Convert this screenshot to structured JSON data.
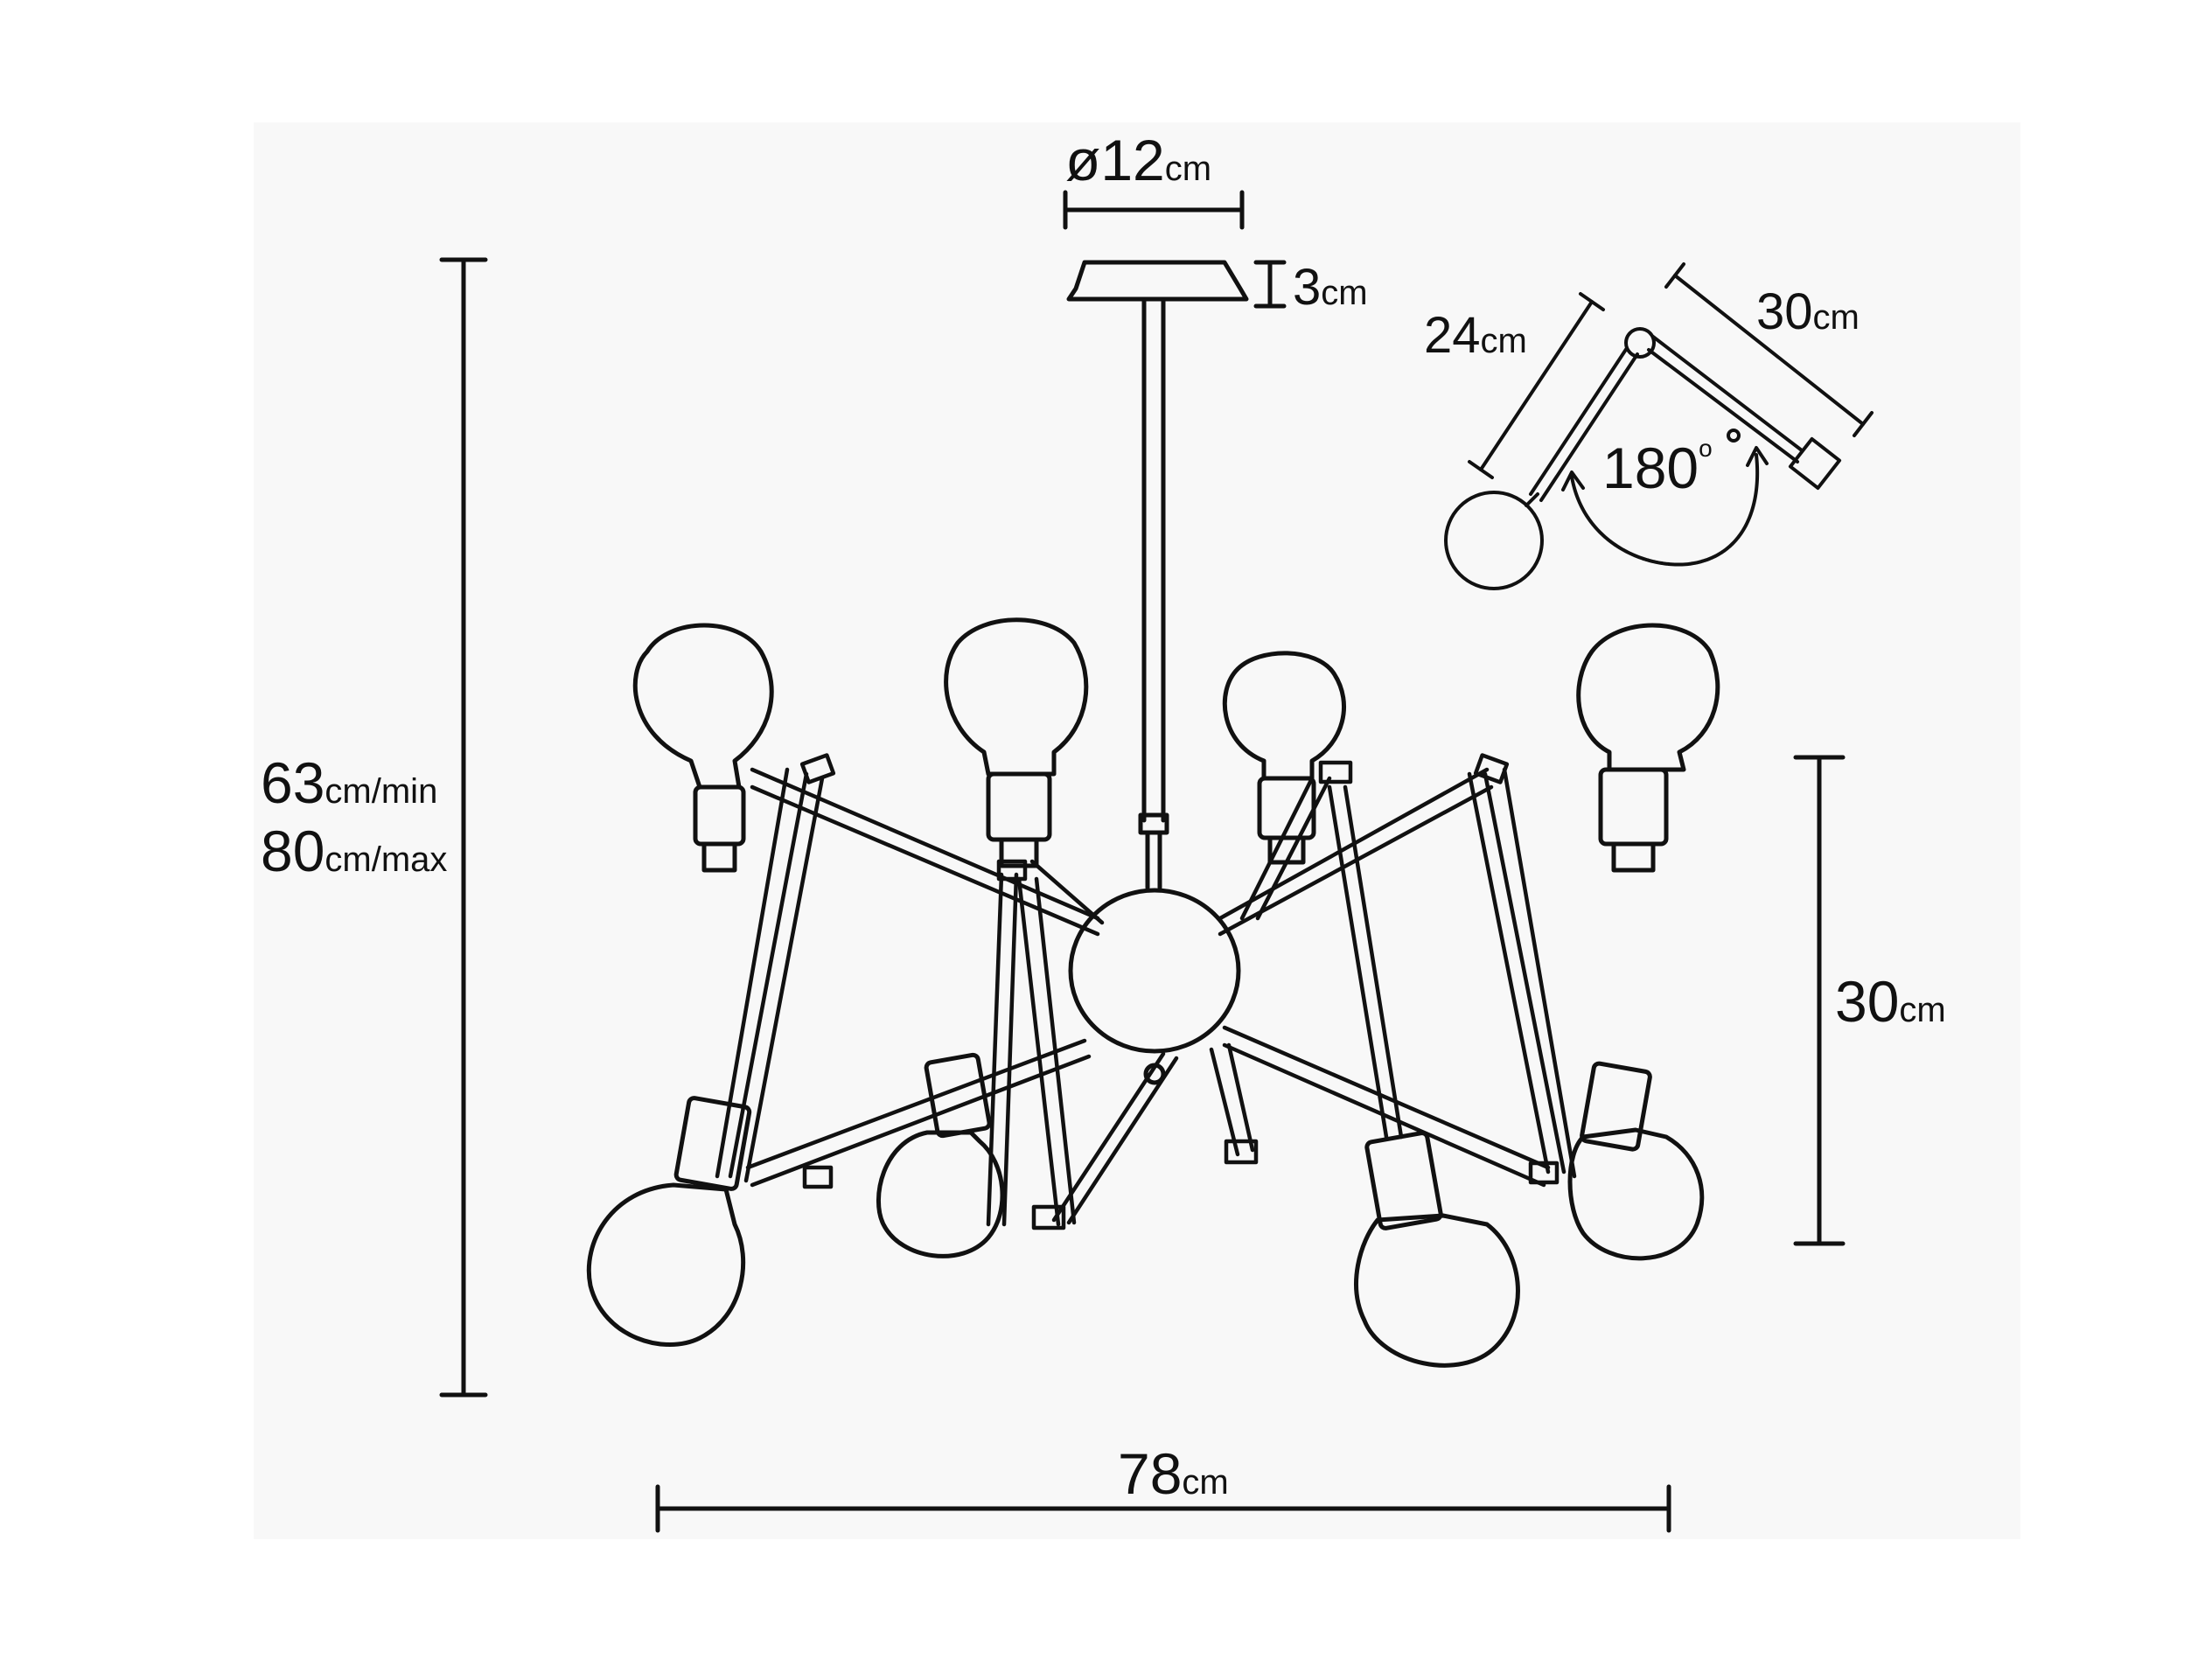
{
  "colors": {
    "ink": "#111111",
    "panel": "#f8f8f8"
  },
  "dimensions": {
    "canopy_diameter": {
      "value": "ø12",
      "unit": "cm"
    },
    "canopy_height": {
      "value": "3",
      "unit": "cm"
    },
    "height": {
      "min": {
        "value": "63",
        "unit": "cm/min"
      },
      "max": {
        "value": "80",
        "unit": "cm/max"
      }
    },
    "width": {
      "value": "78",
      "unit": "cm"
    },
    "arm_drop": {
      "value": "30",
      "unit": "cm"
    },
    "arm_segment_short": {
      "value": "24",
      "unit": "cm"
    },
    "arm_segment_long": {
      "value": "30",
      "unit": "cm"
    },
    "rotation": {
      "value": "180",
      "unit": "o"
    }
  }
}
